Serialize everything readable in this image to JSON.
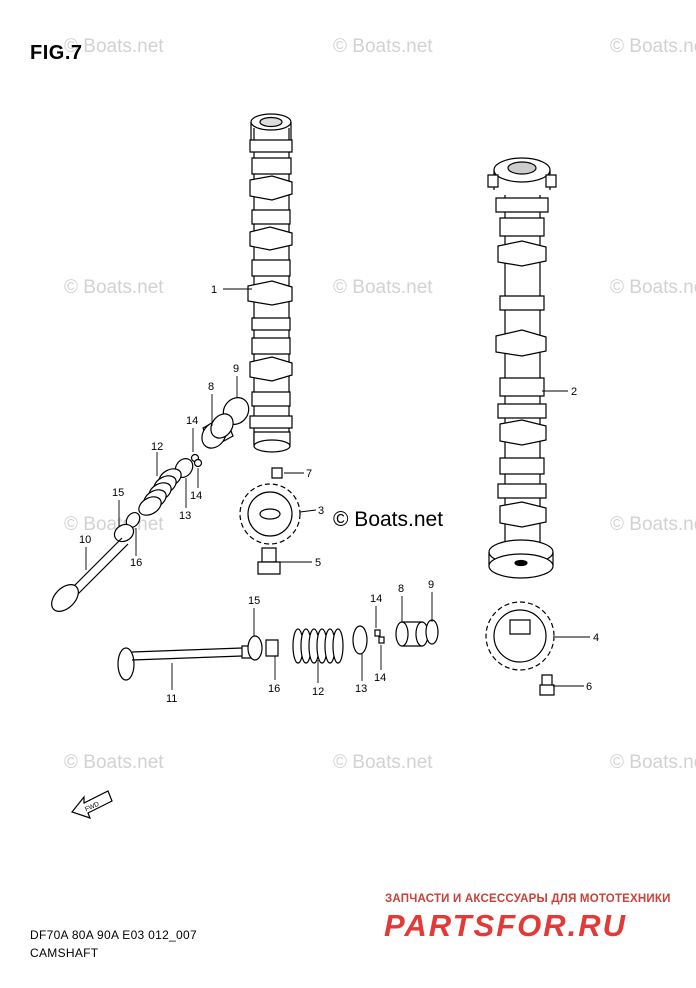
{
  "figure": {
    "title": "FIG.7",
    "model_code": "DF70A 80A 90A E03 012_007",
    "caption": "CAMSHAFT"
  },
  "watermark": {
    "text": "© Boats.net",
    "center_text": "© Boats.net"
  },
  "callouts": [
    {
      "id": "c1",
      "label": "1"
    },
    {
      "id": "c2",
      "label": "2"
    },
    {
      "id": "c3",
      "label": "3"
    },
    {
      "id": "c4",
      "label": "4"
    },
    {
      "id": "c5",
      "label": "5"
    },
    {
      "id": "c6",
      "label": "6"
    },
    {
      "id": "c7",
      "label": "7"
    },
    {
      "id": "c8a",
      "label": "8"
    },
    {
      "id": "c9a",
      "label": "9"
    },
    {
      "id": "c10",
      "label": "10"
    },
    {
      "id": "c11",
      "label": "11"
    },
    {
      "id": "c12a",
      "label": "12"
    },
    {
      "id": "c13a",
      "label": "13"
    },
    {
      "id": "c14a",
      "label": "14"
    },
    {
      "id": "c14b",
      "label": "14"
    },
    {
      "id": "c15a",
      "label": "15"
    },
    {
      "id": "c16a",
      "label": "16"
    },
    {
      "id": "c8b",
      "label": "8"
    },
    {
      "id": "c9b",
      "label": "9"
    },
    {
      "id": "c12b",
      "label": "12"
    },
    {
      "id": "c13b",
      "label": "13"
    },
    {
      "id": "c14c",
      "label": "14"
    },
    {
      "id": "c14d",
      "label": "14"
    },
    {
      "id": "c15b",
      "label": "15"
    },
    {
      "id": "c16b",
      "label": "16"
    }
  ],
  "fwd_arrow": {
    "label": "FWD"
  },
  "brand": {
    "tagline": "ЗАПЧАСТИ И АКСЕССУАРЫ ДЛЯ МОТОТЕХНИКИ",
    "name": "PARTSFOR.RU"
  }
}
